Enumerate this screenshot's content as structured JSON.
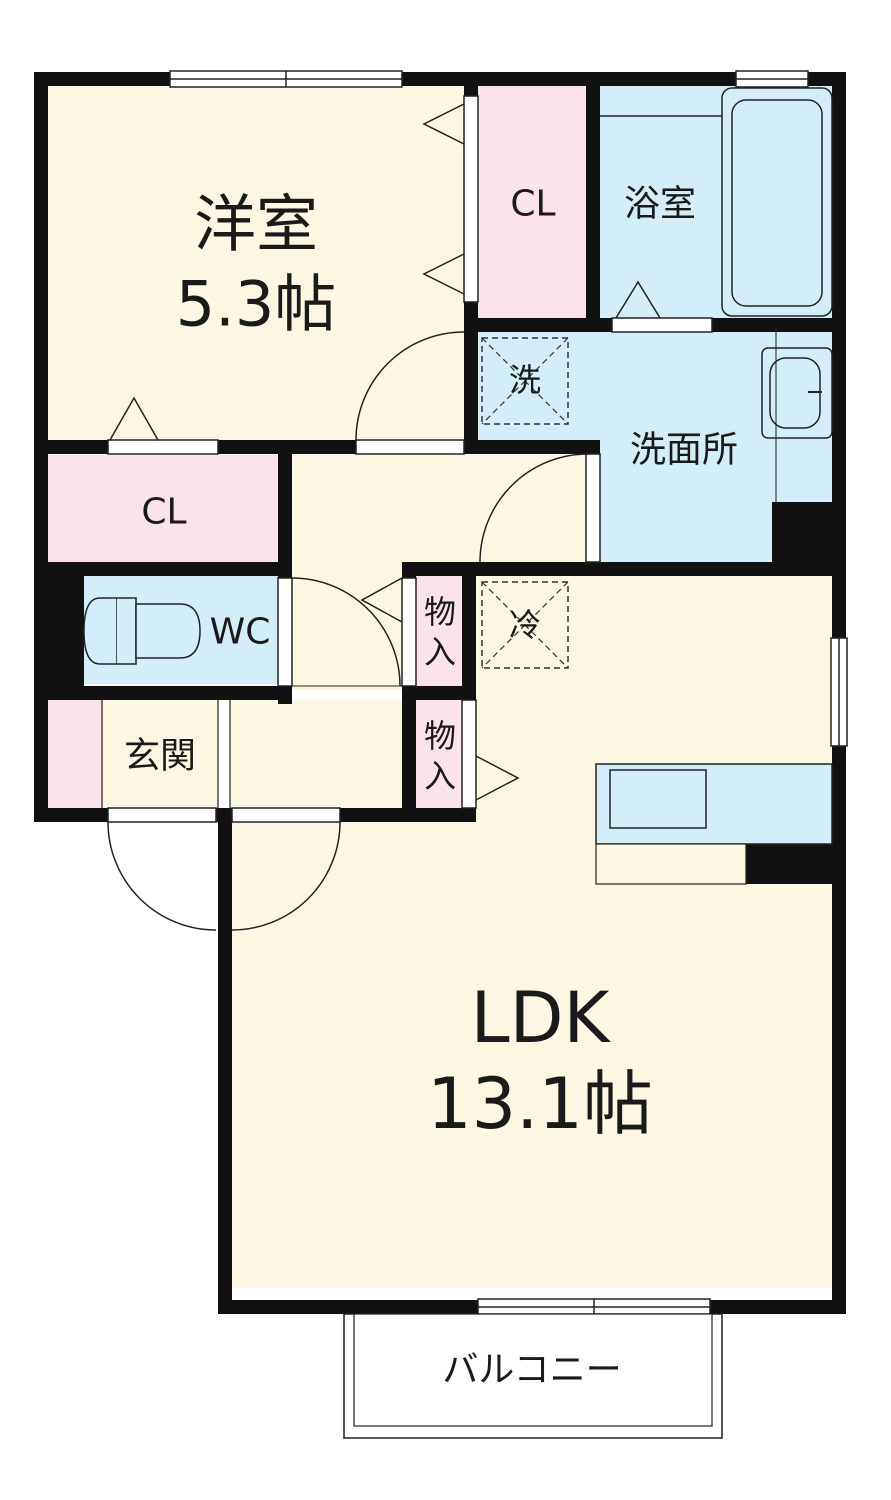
{
  "floorplan": {
    "rooms": {
      "western_room": {
        "name": "洋室",
        "size": "5.3帖"
      },
      "ldk": {
        "name": "LDK",
        "size": "13.1帖"
      },
      "closet_top": {
        "name": "CL"
      },
      "closet_left": {
        "name": "CL"
      },
      "bathroom": {
        "name": "浴室"
      },
      "washroom": {
        "name": "洗面所"
      },
      "washer": {
        "name": "洗"
      },
      "fridge": {
        "name": "冷"
      },
      "toilet": {
        "name": "WC"
      },
      "storage_1": {
        "line1": "物",
        "line2": "入"
      },
      "storage_2": {
        "line1": "物",
        "line2": "入"
      },
      "entrance": {
        "name": "玄関"
      },
      "balcony": {
        "name": "バルコニー"
      }
    },
    "colors": {
      "living": "#fdf6e3",
      "wet": "#d3eef9",
      "closet": "#fbe3ec",
      "wall": "#111111"
    }
  }
}
